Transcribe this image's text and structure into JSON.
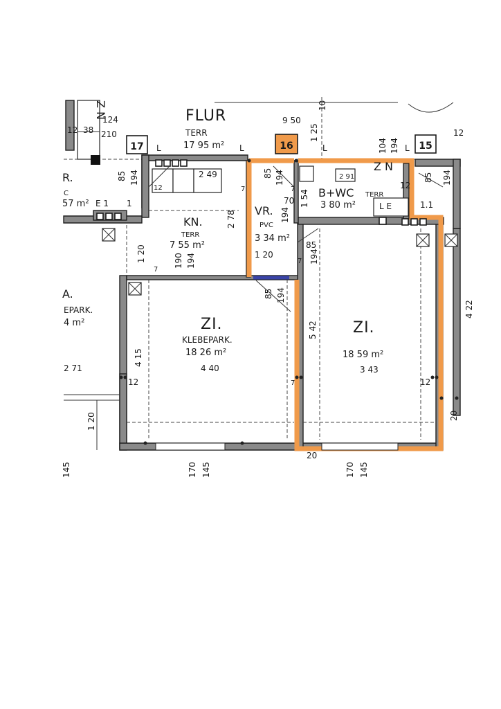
{
  "labels": {
    "flur": "FLUR",
    "flur_terr": "TERR",
    "flur_area": "17 95 m²",
    "flur_width": "9 50",
    "kn": "KN.",
    "kn_terr": "TERR",
    "kn_area": "7 55 m²",
    "vr": "VR.",
    "vr_pvc": "PVC",
    "vr_area": "3 34 m²",
    "bwc": "B+WC",
    "bwc_terr": "TERR",
    "bwc_area": "3 80 m²",
    "zi1": "ZI.",
    "zi1_floor": "KLEBEPARK.",
    "zi1_area": "18 26 m²",
    "zi1_width": "4 40",
    "zi2": "ZI.",
    "zi2_area": "18 59 m²",
    "zi2_width": "3 43",
    "left_a": "A.",
    "left_floor": "EPARK.",
    "left_area": "4 m²",
    "left_dim": "2 71",
    "left_r": "R.",
    "left_c": "C",
    "left_area2": "57 m²",
    "ze": "Z N",
    "le1": "L  E",
    "e1": "E 1",
    "one": "1",
    "one2": "1.1"
  },
  "unit_numbers": {
    "u17": "17",
    "u16": "16",
    "u15": "15"
  },
  "dimensions": {
    "d124": "124",
    "d210": "210",
    "d12a": "12",
    "d38": "38",
    "d10": "10",
    "d125": "1 25",
    "d104": "104",
    "d194a": "194",
    "d12b": "12",
    "d85a": "85",
    "d194b": "194",
    "d12c": "12",
    "d249": "2 49",
    "d278": "2 78",
    "d120a": "1 20",
    "d190": "190",
    "d194c": "194",
    "d85b": "85",
    "d194d": "194",
    "d7a": "7",
    "d70": "70",
    "d154": "1 54",
    "d194e": "194",
    "d85c": "85",
    "d120b": "1 20",
    "d194f": "194",
    "d291": "2 91",
    "d12d": "12",
    "d85d": "85",
    "d194g": "194",
    "d85e": "85",
    "d194h": "194",
    "d415": "4 15",
    "d12e": "12",
    "d542": "5 42",
    "d12f": "12",
    "d422": "4 22",
    "d20a": "20",
    "d120c": "1 20",
    "d170a": "170",
    "d145a": "145",
    "d170b": "170",
    "d145b": "145",
    "d20b": "20",
    "d145c": "145",
    "d7b": "7",
    "d7c": "7",
    "d7d": "7",
    "d7e": "7",
    "lL1": "L",
    "lL2": "L",
    "lL3": "L",
    "lL4": "L"
  },
  "colors": {
    "highlight": "#f09a4a",
    "door_blue": "#3a44a8",
    "wall": "#8a8a8a"
  }
}
